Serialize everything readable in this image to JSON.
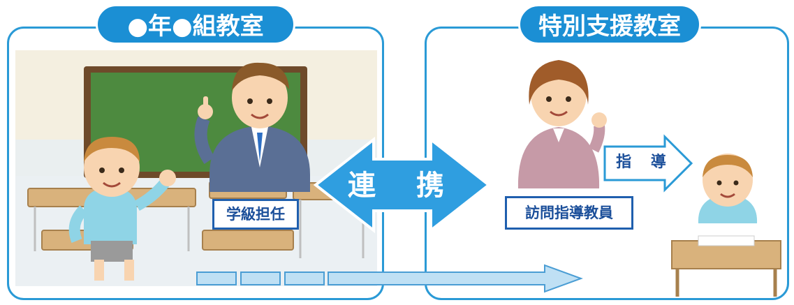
{
  "left_panel": {
    "title": "●年●組教室",
    "teacher_label": "学級担任"
  },
  "right_panel": {
    "title": "特別支援教室",
    "teacher_label": "訪問指導教員"
  },
  "link_arrow": {
    "label": "連 携"
  },
  "guide_arrow": {
    "label": "指 導"
  },
  "colors": {
    "frame": "#2a9ad6",
    "title_fill": "#1b8fd4",
    "label_border": "#1f5fae",
    "label_text": "#1b4f9a",
    "arrow_fill": "#2f9ee0",
    "chalkboard": "#4d8a3f"
  }
}
